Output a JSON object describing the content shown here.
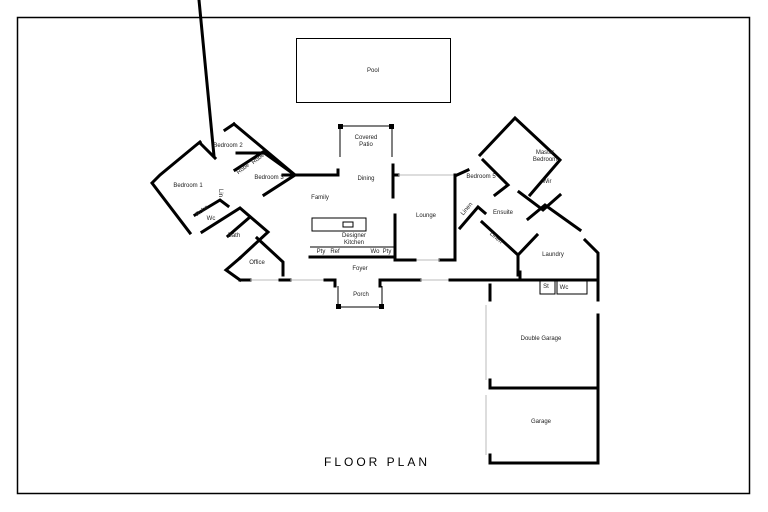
{
  "title": "FLOOR PLAN",
  "rooms": {
    "pool": "Pool",
    "covered_patio": [
      "Covered",
      "Patio"
    ],
    "bedroom2": "Bedroom 2",
    "robe_a": "Robe",
    "robe_b": "Robe",
    "bedroom3": "Bedroom 3",
    "bedroom1": "Bedroom 1",
    "lin": "Lin",
    "robe_c": "Robe",
    "wc_left": "Wc",
    "family": "Family",
    "dining": "Dining",
    "lounge": "Lounge",
    "kitchen": [
      "Designer",
      "Kitchen"
    ],
    "pty_left": "Pty",
    "ref": "Ref",
    "wo": "Wo",
    "pty_right": "Pty",
    "bath": "Bath",
    "office": "Office",
    "foyer": "Foyer",
    "porch": "Porch",
    "master_bedroom": [
      "Master",
      "Bedroom"
    ],
    "bedroom5": "Bedroom 5",
    "wir": "Wir",
    "linen_a": "Linen",
    "ensuite": "Ensuite",
    "linen_b": "Linen",
    "laundry": "Laundry",
    "st": "St",
    "wc_right": "Wc",
    "double_garage": "Double Garage",
    "garage": "Garage"
  }
}
